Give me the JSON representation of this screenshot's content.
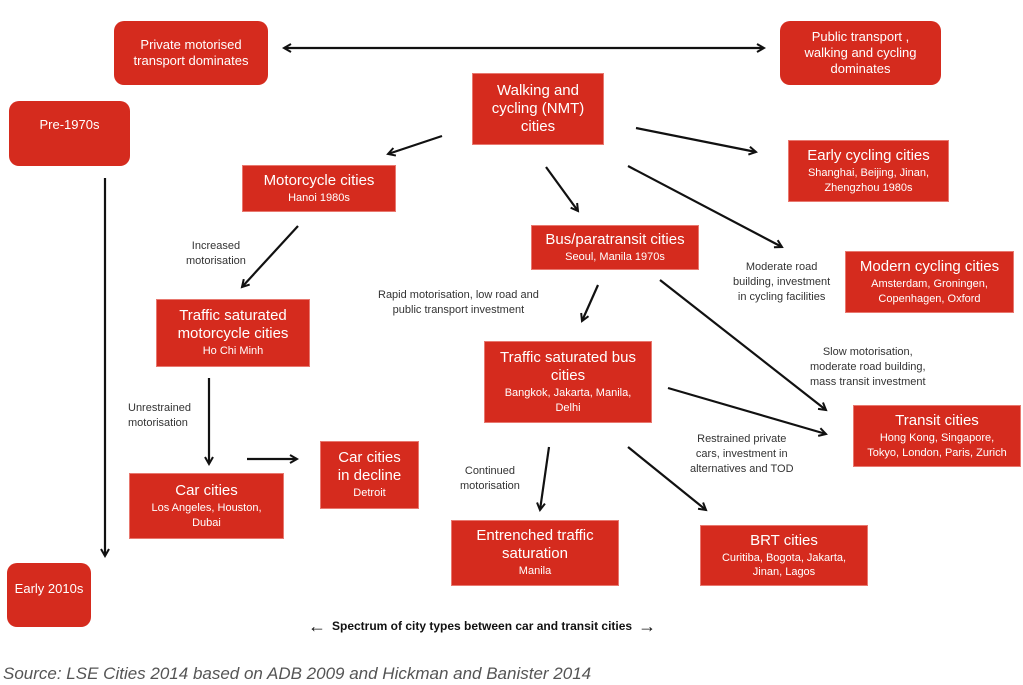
{
  "header": {
    "left_pole": "Private motorised\ntransport dominates",
    "right_pole": "Public transport ,\nwalking and cycling\ndominates"
  },
  "timeline": {
    "start": "Pre-1970s",
    "end": "Early 2010s"
  },
  "nodes": {
    "nmt": {
      "title": "Walking and\ncycling (NMT)\ncities"
    },
    "motorcycle": {
      "title": "Motorcycle cities",
      "sub": "Hanoi 1980s"
    },
    "early_cycling": {
      "title": "Early  cycling cities",
      "sub": "Shanghai, Beijing, Jinan,\nZhengzhou 1980s"
    },
    "bus": {
      "title": "Bus/paratransit cities",
      "sub": "Seoul, Manila 1970s"
    },
    "modern_cycling": {
      "title": "Modern cycling cities",
      "sub": "Amsterdam, Groningen,\nCopenhagen, Oxford"
    },
    "traffic_moto": {
      "title": "Traffic saturated\nmotorcycle cities",
      "sub": "Ho Chi Minh"
    },
    "traffic_bus": {
      "title": "Traffic saturated bus\ncities",
      "sub": "Bangkok, Jakarta, Manila,\nDelhi"
    },
    "transit": {
      "title": "Transit cities",
      "sub": "Hong Kong, Singapore,\nTokyo, London, Paris, Zurich"
    },
    "car": {
      "title": "Car cities",
      "sub": "Los Angeles, Houston,\nDubai"
    },
    "car_decline": {
      "title": "Car cities\nin decline",
      "sub": "Detroit"
    },
    "entrenched": {
      "title": "Entrenched traffic\nsaturation",
      "sub": "Manila"
    },
    "brt": {
      "title": "BRT cities",
      "sub": "Curitiba, Bogota, Jakarta,\nJinan, Lagos"
    }
  },
  "edge_labels": {
    "increased": "Increased\nmotorisation",
    "rapid": "Rapid motorisation, low road and\npublic transport investment",
    "moderate_road": "Moderate road\nbuilding, investment\nin cycling facilities",
    "slow": "Slow motorisation,\nmoderate road building,\nmass transit investment",
    "unrestrained": "Unrestrained\nmotorisation",
    "restrained": "Restrained private\ncars, investment in\nalternatives and TOD",
    "continued": "Continued\nmotorisation"
  },
  "footer": {
    "spectrum": "Spectrum of city types between  car and transit  cities",
    "source": "Source: LSE Cities 2014 based on ADB 2009 and Hickman and Banister 2014"
  },
  "colors": {
    "box": "#d52b1e",
    "arrow": "#111111"
  }
}
